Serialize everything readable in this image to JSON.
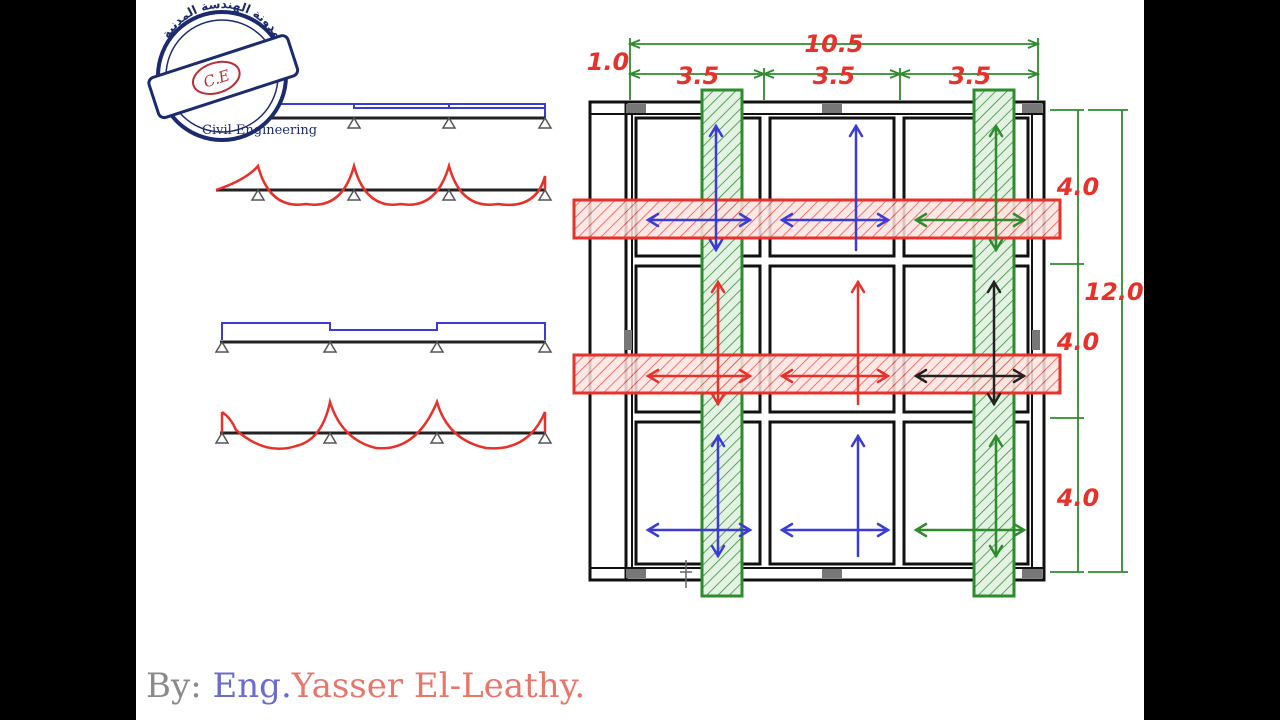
{
  "logo": {
    "arabic_text": "مدونة الهندسة المدنية",
    "english_text": "Civil Engineering",
    "monogram": "C.E"
  },
  "plan": {
    "total_width": "10.5",
    "cantilever": "1.0",
    "span_widths": [
      "3.5",
      "3.5",
      "3.5"
    ],
    "span_heights": [
      "4.0",
      "4.0",
      "4.0"
    ],
    "total_height": "12.0"
  },
  "credit": {
    "prefix": "By:",
    "title": "Eng.",
    "name": "Yasser El-Leathy."
  },
  "colors": {
    "dimension_red": "#e8312a",
    "dimension_green": "#2e8b2e",
    "load_blue": "#3b3bd6",
    "moment_red": "#e8312a",
    "logo_navy": "#1c2a6e",
    "credit_blue": "#6b6bd0",
    "credit_red": "#e8776b",
    "credit_gray": "#8a8a8a"
  }
}
